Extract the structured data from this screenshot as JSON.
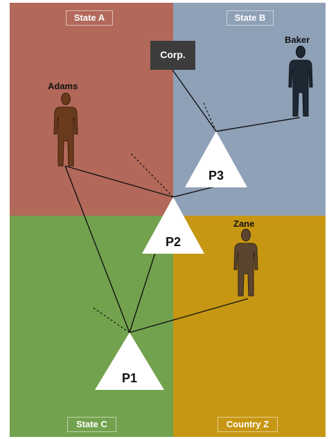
{
  "regions": {
    "state_a": "State A",
    "state_b": "State B",
    "state_c": "State C",
    "country_z": "Country Z"
  },
  "colors": {
    "state_a": "#b2695a",
    "state_b": "#8fa1b7",
    "state_c": "#73a24e",
    "country_z": "#c79713",
    "corp_box": "#3c3c3c"
  },
  "people": {
    "adams": "Adams",
    "baker": "Baker",
    "zane": "Zane"
  },
  "corp": "Corp.",
  "nodes": {
    "p1": "P1",
    "p2": "P2",
    "p3": "P3"
  }
}
